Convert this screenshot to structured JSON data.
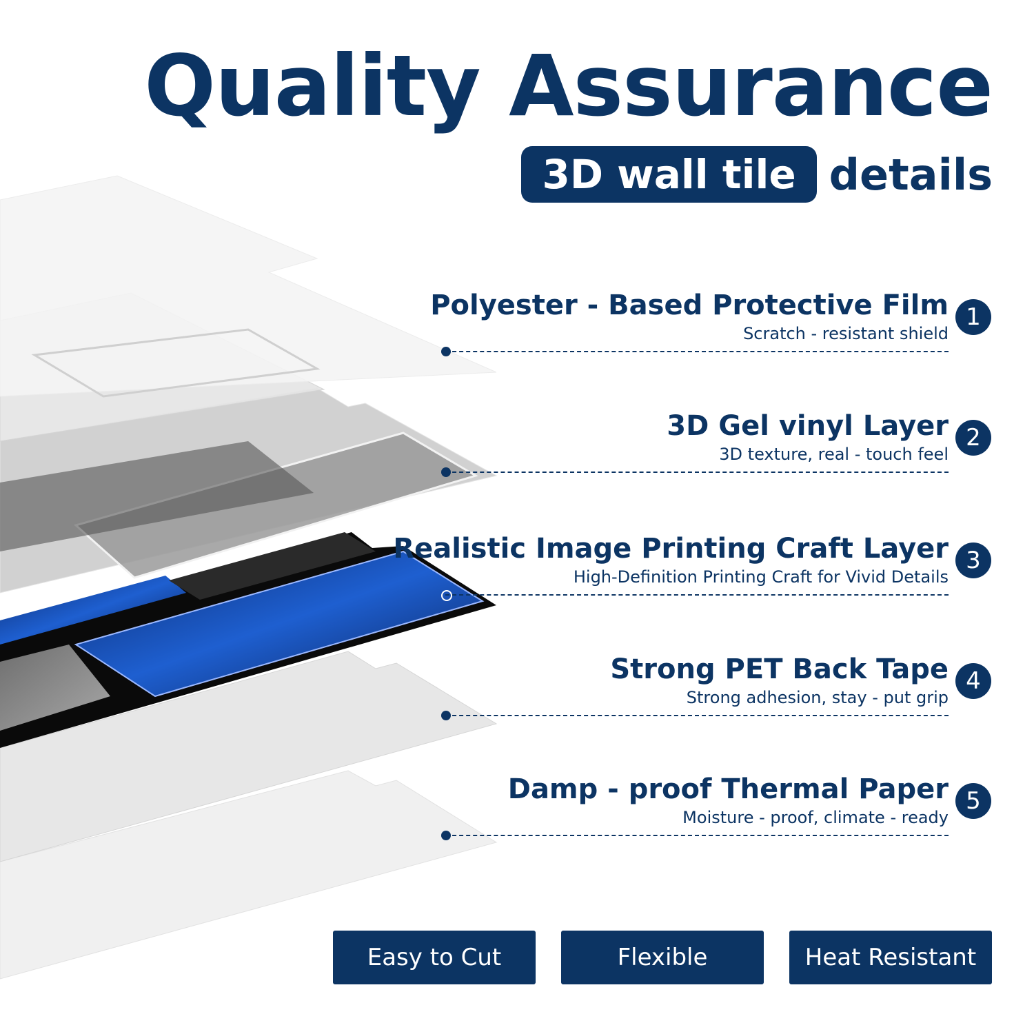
{
  "header": {
    "title": "Quality Assurance",
    "pill_text": "3D wall tile",
    "subtitle_word": "details"
  },
  "layers": [
    {
      "number": "1",
      "name": "Polyester - Based Protective Film",
      "description": "Scratch - resistant shield"
    },
    {
      "number": "2",
      "name": "3D Gel vinyl Layer",
      "description": "3D texture, real - touch feel"
    },
    {
      "number": "3",
      "name": "Realistic Image Printing Craft Layer",
      "description": "High-Definition Printing Craft for Vivid Details"
    },
    {
      "number": "4",
      "name": "Strong PET Back Tape",
      "description": "Strong adhesion, stay - put grip"
    },
    {
      "number": "5",
      "name": "Damp - proof Thermal Paper",
      "description": "Moisture - proof, climate - ready"
    }
  ],
  "features": [
    "Easy to Cut",
    "Flexible",
    "Heat Resistant"
  ],
  "colors": {
    "brand_navy": "#0c3463",
    "marble_blue": "#1848a8",
    "tile_black": "#0a0a0a",
    "stone_gray": "#8a8a8a"
  }
}
